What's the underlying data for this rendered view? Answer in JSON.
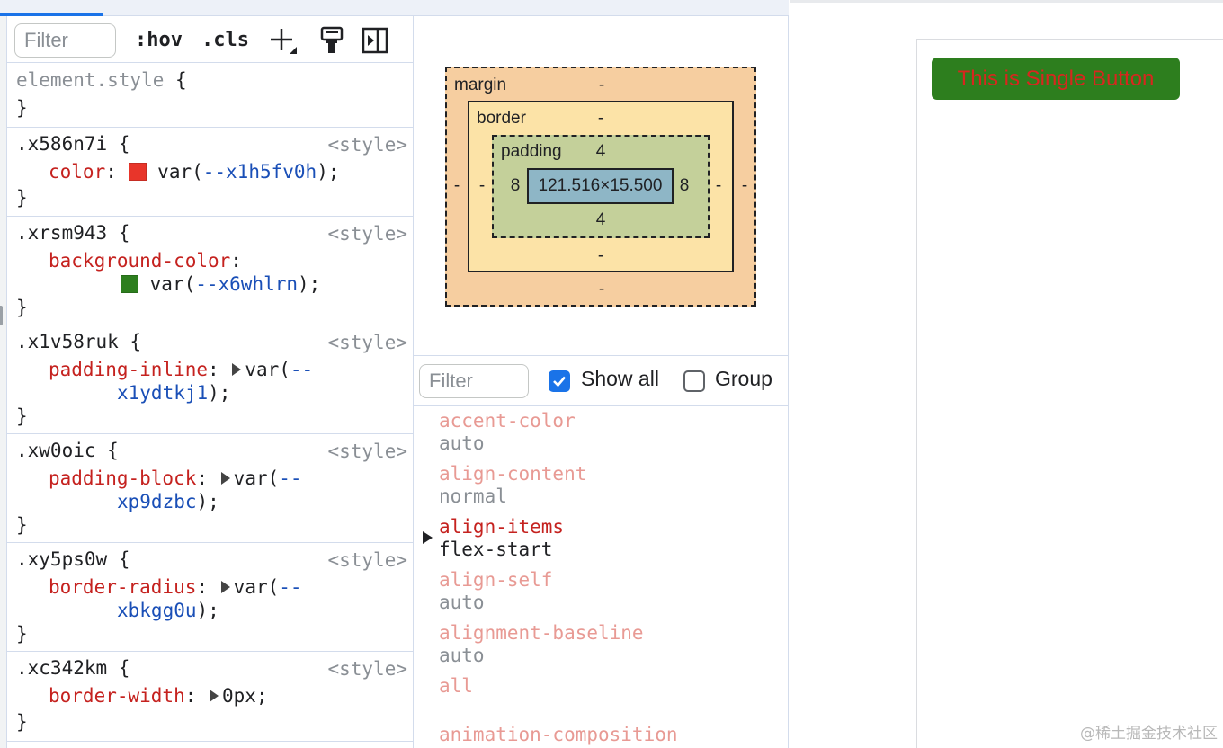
{
  "styles_toolbar": {
    "filter_placeholder": "Filter",
    "hov_label": ":hov",
    "cls_label": ".cls"
  },
  "rules": [
    {
      "selector": "element.style",
      "open": " {",
      "close": "}",
      "source": ""
    },
    {
      "selector": ".x586n7i",
      "open": " {",
      "close": "}",
      "source": "<style>",
      "prop": "color",
      "value_prefix": "var(",
      "var_name": "--x1h5fv0h",
      "value_suffix": ");",
      "swatch": "#e8352a"
    },
    {
      "selector": ".xrsm943",
      "open": " {",
      "close": "}",
      "source": "<style>",
      "prop": "background-color",
      "value_prefix": "var(",
      "var_name": "--x6whlrn",
      "value_suffix": ");",
      "swatch": "#2d7e1e"
    },
    {
      "selector": ".x1v58ruk",
      "open": " {",
      "close": "}",
      "source": "<style>",
      "prop": "padding-inline",
      "value_prefix": "var(",
      "var_name_1": "--",
      "var_name_2": "x1ydtkj1",
      "value_suffix": ");"
    },
    {
      "selector": ".xw0oic",
      "open": " {",
      "close": "}",
      "source": "<style>",
      "prop": "padding-block",
      "value_prefix": "var(",
      "var_name_1": "--",
      "var_name_2": "xp9dzbc",
      "value_suffix": ");"
    },
    {
      "selector": ".xy5ps0w",
      "open": " {",
      "close": "}",
      "source": "<style>",
      "prop": "border-radius",
      "value_prefix": "var(",
      "var_name_1": "--",
      "var_name_2": "xbkgg0u",
      "value_suffix": ");"
    },
    {
      "selector": ".xc342km",
      "open": " {",
      "close": "}",
      "source": "<style>",
      "prop": "border-width",
      "value": "0px;"
    }
  ],
  "box_model": {
    "margin_label": "margin",
    "border_label": "border",
    "padding_label": "padding",
    "margin": {
      "top": "-",
      "right": "-",
      "bottom": "-",
      "left": "-"
    },
    "border": {
      "top": "-",
      "right": "-",
      "bottom": "-",
      "left": "-"
    },
    "padding": {
      "top": "4",
      "right": "8",
      "bottom": "4",
      "left": "8"
    },
    "content": "121.516×15.500"
  },
  "computed_toolbar": {
    "filter_placeholder": "Filter",
    "show_all_label": "Show all",
    "show_all_checked": true,
    "group_label": "Group",
    "group_checked": false
  },
  "computed_properties": [
    {
      "name": "accent-color",
      "value": "auto",
      "active": false
    },
    {
      "name": "align-content",
      "value": "normal",
      "active": false
    },
    {
      "name": "align-items",
      "value": "flex-start",
      "active": true
    },
    {
      "name": "align-self",
      "value": "auto",
      "active": false
    },
    {
      "name": "alignment-baseline",
      "value": "auto",
      "active": false
    },
    {
      "name": "all",
      "value": "",
      "active": false
    },
    {
      "name": "animation-composition",
      "value": "",
      "active": false
    }
  ],
  "preview": {
    "button_label": "This is Single Button",
    "button_bg": "#2d7e1e",
    "button_text_color": "#d8261e",
    "watermark": "@稀土掘金技术社区"
  }
}
